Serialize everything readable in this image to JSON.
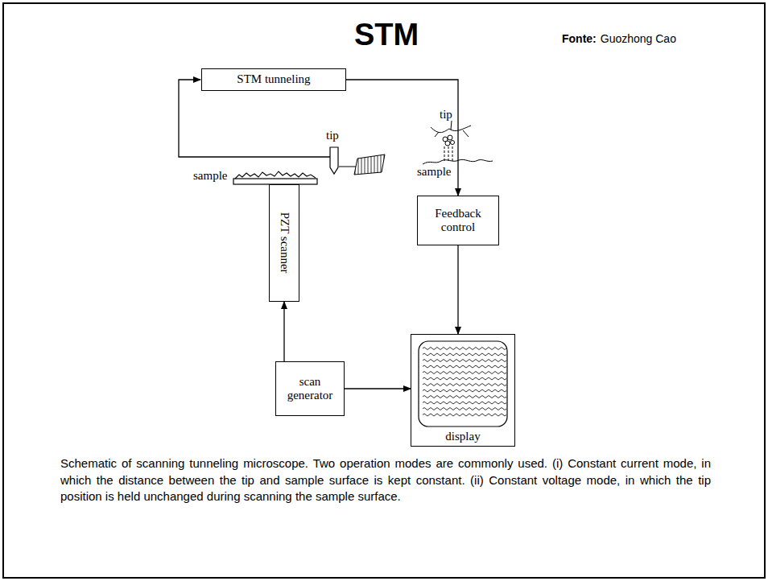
{
  "diagram": {
    "title": "STM",
    "caption": "Schematic of scanning tunneling microscope. Two operation modes are commonly used. (i) Constant current mode, in which the distance between the tip and sample surface is kept constant. (ii) Constant voltage mode, in which the tip position is held unchanged during scanning the sample surface.",
    "nodes": [
      {
        "text": [
          "STM tunneling"
        ]
      },
      {
        "text": [
          "PZT scanner"
        ]
      },
      {
        "text": [
          "Feedback control"
        ]
      },
      {
        "text": [
          "scan generator"
        ]
      },
      {
        "text": [
          "display"
        ]
      }
    ],
    "edges": [
      {
        "from": 0,
        "to": 2,
        "arrow": "to"
      },
      {
        "from": 2,
        "to": 4,
        "arrow": "to"
      },
      {
        "from": 3,
        "to": 1,
        "arrow": "to"
      },
      {
        "from": 3,
        "to": 4,
        "arrow": "to"
      }
    ],
    "labels": [
      "Fonte:",
      "Guozhong Cao",
      "tip",
      "sample",
      "tip",
      "sample"
    ]
  }
}
